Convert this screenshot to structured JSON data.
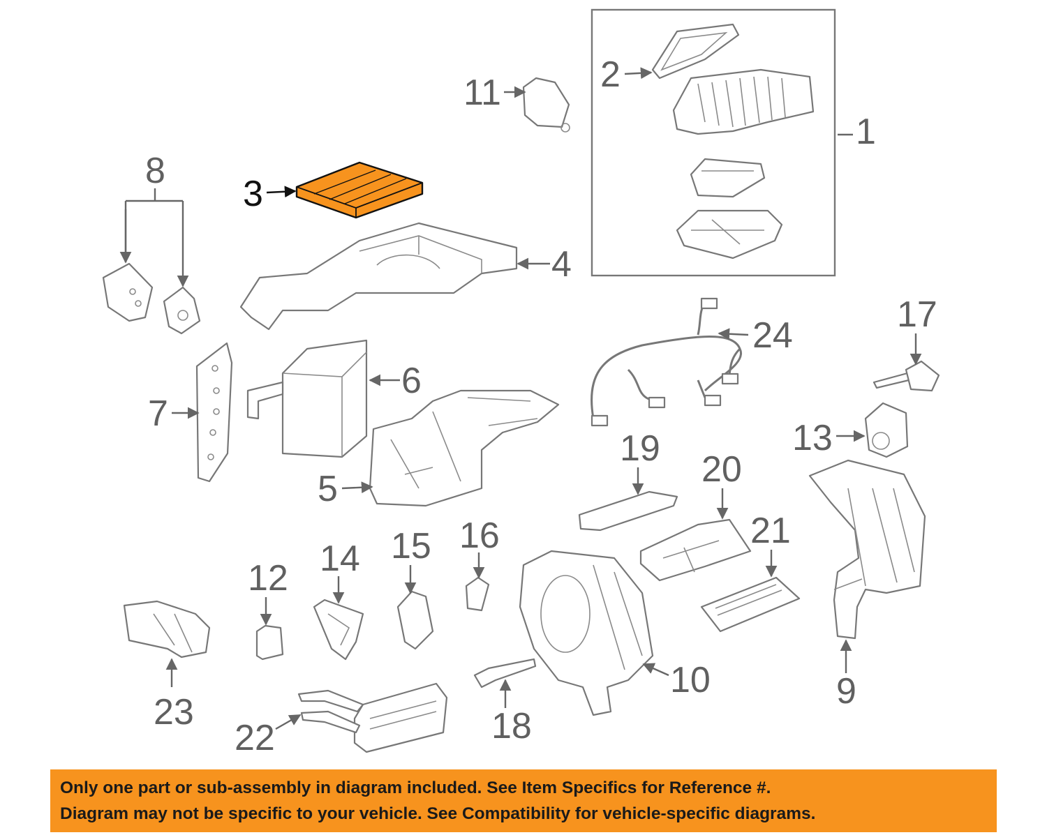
{
  "diagram": {
    "callouts": [
      {
        "id": "1",
        "label": "1"
      },
      {
        "id": "2",
        "label": "2"
      },
      {
        "id": "3",
        "label": "3",
        "highlighted": true
      },
      {
        "id": "4",
        "label": "4"
      },
      {
        "id": "5",
        "label": "5"
      },
      {
        "id": "6",
        "label": "6"
      },
      {
        "id": "7",
        "label": "7"
      },
      {
        "id": "8",
        "label": "8"
      },
      {
        "id": "9",
        "label": "9"
      },
      {
        "id": "10",
        "label": "10"
      },
      {
        "id": "11",
        "label": "11"
      },
      {
        "id": "12",
        "label": "12"
      },
      {
        "id": "13",
        "label": "13"
      },
      {
        "id": "14",
        "label": "14"
      },
      {
        "id": "15",
        "label": "15"
      },
      {
        "id": "16",
        "label": "16"
      },
      {
        "id": "17",
        "label": "17"
      },
      {
        "id": "18",
        "label": "18"
      },
      {
        "id": "19",
        "label": "19"
      },
      {
        "id": "20",
        "label": "20"
      },
      {
        "id": "21",
        "label": "21"
      },
      {
        "id": "22",
        "label": "22"
      },
      {
        "id": "23",
        "label": "23"
      },
      {
        "id": "24",
        "label": "24"
      }
    ],
    "colors": {
      "highlight_part": "#f7931e",
      "banner_background": "#f7931e",
      "label_text": "#606060",
      "highlight_label": "#111111"
    }
  },
  "banner": {
    "line1": "Only one part or sub-assembly in diagram included. See Item Specifics for Reference #.",
    "line2": "Diagram may not be specific to your vehicle. See Compatibility for vehicle-specific diagrams."
  }
}
